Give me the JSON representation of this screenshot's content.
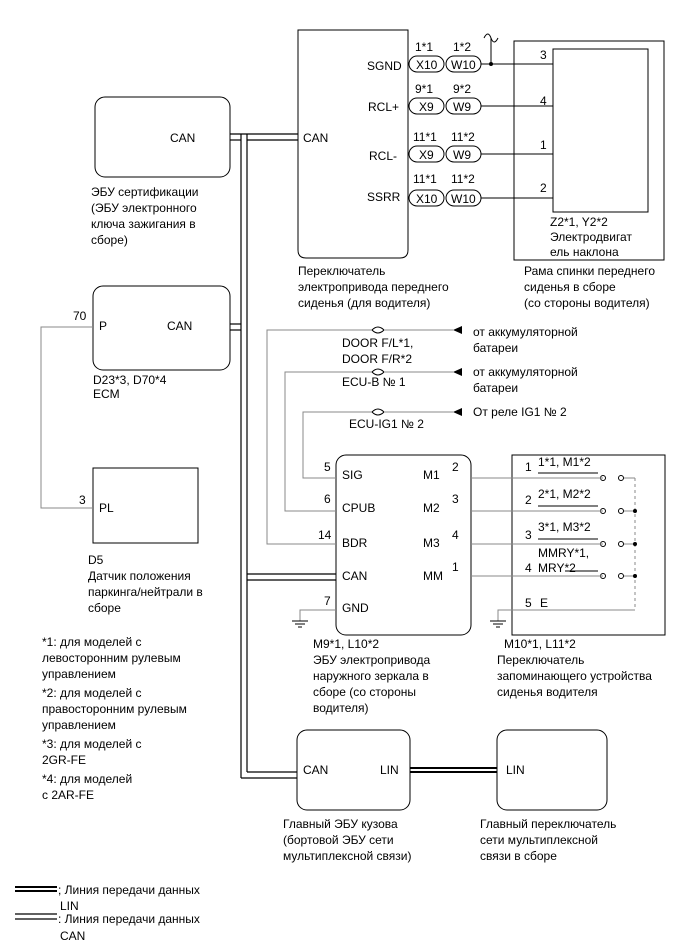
{
  "components": {
    "cert_ecu": {
      "pin": "CAN",
      "caption": [
        "ЭБУ сертификации",
        "(ЭБУ электронного",
        "ключа зажигания в",
        "сборе)"
      ]
    },
    "ecm": {
      "pin_p": "P",
      "pin_can": "CAN",
      "wire_p": "70",
      "code": "D23*3, D70*4",
      "caption": [
        "ECM"
      ]
    },
    "park_sensor": {
      "pin": "PL",
      "wire": "3",
      "code": "D5",
      "caption": [
        "Датчик положения",
        "паркинга/нейтрали в",
        "сборе"
      ]
    },
    "seat_switch": {
      "pin_can": "CAN",
      "pins": [
        "SGND",
        "RCL+",
        "RCL-",
        "SSRR"
      ],
      "caption": [
        "Переключатель",
        "электропривода переднего",
        "сиденья (для водителя)"
      ]
    },
    "recline_motor": {
      "wires": [
        "3",
        "4",
        "1",
        "2"
      ],
      "code": "Z2*1, Y2*2",
      "name": [
        "Электродвигат",
        "ель наклона"
      ],
      "caption": [
        "Рама спинки переднего",
        "сиденья в сборе",
        "(со стороны водителя)"
      ]
    },
    "mirror_ecu": {
      "left_pins": [
        "SIG",
        "CPUB",
        "BDR",
        "CAN",
        "GND"
      ],
      "left_wires": [
        "5",
        "6",
        "14",
        "",
        "7"
      ],
      "right_pins": [
        "M1",
        "M2",
        "M3",
        "MM"
      ],
      "right_wires": [
        "2",
        "3",
        "4",
        "1"
      ],
      "code": "M9*1, L10*2",
      "caption": [
        "ЭБУ электропривода",
        "наружного зеркала в",
        "сборе (со стороны",
        "водителя)"
      ]
    },
    "memory_switch": {
      "wires": [
        "1",
        "2",
        "3",
        "4",
        "5"
      ],
      "labels": [
        "1*1, M1*2",
        "2*1, M2*2",
        "3*1, M3*2",
        "MMRY*1,",
        "MRY*2",
        "E"
      ],
      "code": "M10*1, L11*2",
      "caption": [
        "Переключатель",
        "запоминающего устройства",
        "сиденья водителя"
      ]
    },
    "body_ecu": {
      "pin_can": "CAN",
      "pin_lin": "LIN",
      "caption": [
        "Главный ЭБУ кузова",
        "(бортовой ЭБУ сети",
        "мультиплексной связи)"
      ]
    },
    "mpx_switch": {
      "pin_lin": "LIN",
      "caption": [
        "Главный переключатель",
        "сети мультиплексной",
        "связи в сборе"
      ]
    }
  },
  "connectors": [
    {
      "n1": "1*1",
      "n2": "1*2",
      "c1": "X10",
      "c2": "W10"
    },
    {
      "n1": "9*1",
      "n2": "9*2",
      "c1": "X9",
      "c2": "W9"
    },
    {
      "n1": "11*1",
      "n2": "11*2",
      "c1": "X9",
      "c2": "W9"
    },
    {
      "n1": "11*1",
      "n2": "11*2",
      "c1": "X10",
      "c2": "W10"
    }
  ],
  "fuses": [
    {
      "name": [
        "DOOR F/L*1,",
        "DOOR F/R*2"
      ],
      "source": [
        "от аккумуляторной",
        "батареи"
      ]
    },
    {
      "name": [
        "ECU-B № 1"
      ],
      "source": [
        "от аккумуляторной",
        "батареи"
      ]
    },
    {
      "name": [
        "ECU-IG1 № 2"
      ],
      "source": [
        "От реле IG1 № 2"
      ]
    }
  ],
  "notes": [
    [
      "*1: для моделей с",
      "левосторонним рулевым",
      "управлением"
    ],
    [
      "*2: для моделей с",
      "правосторонним рулевым",
      "управлением"
    ],
    [
      "*3: для моделей с",
      "2GR-FE"
    ],
    [
      "*4: для моделей",
      "с 2AR-FE"
    ]
  ],
  "legend": {
    "lin": [
      "; Линия передачи данных",
      "LIN"
    ],
    "can": [
      ": Линия передачи данных",
      "CAN"
    ]
  }
}
